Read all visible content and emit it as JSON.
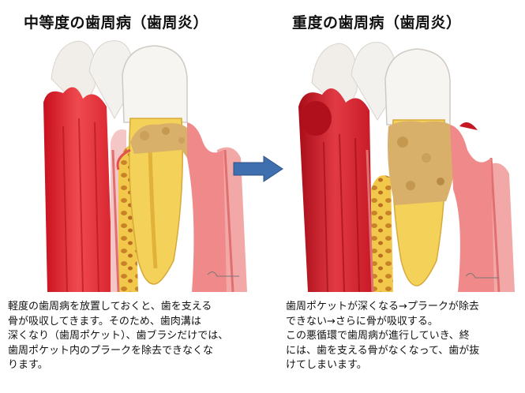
{
  "left_panel": {
    "title": "中等度の歯周病（歯周炎）",
    "description_lines": [
      "軽度の歯周病を放置しておくと、歯を支える",
      "骨が吸収してきます。そのため、歯肉溝は",
      "深くなり（歯周ポケット）、歯ブラシだけでは、",
      "歯周ポケット内のプラークを除去できなくな",
      "ります。"
    ]
  },
  "right_panel": {
    "title": "重度の歯周病（歯周炎）",
    "description_lines": [
      "歯周ポケットが深くなる→プラークが除去",
      "できない→さらに骨が吸収する。",
      "この悪循環で歯周病が進行していき、終",
      "には、歯を支える骨がなくなって、歯が抜",
      "けてしまいます。"
    ]
  },
  "arrow": {
    "icon": "right-arrow-icon",
    "color": "#3f6fae"
  },
  "colors": {
    "gum": "#d9252f",
    "gum_light": "#f07a7a",
    "bone": "#f2c84a",
    "enamel": "#f4f4f2",
    "plaque": "#d8b06a"
  }
}
